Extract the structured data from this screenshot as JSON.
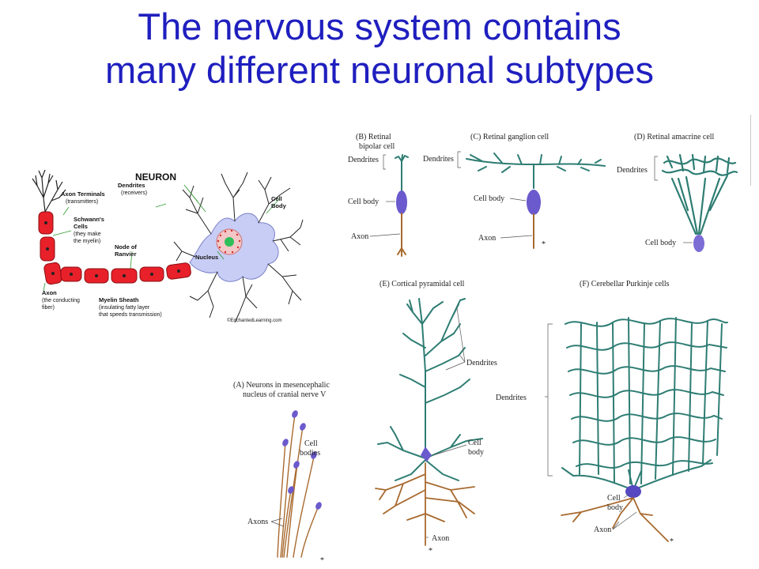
{
  "title": {
    "line1": "The nervous system contains",
    "line2": "many different neuronal subtypes"
  },
  "neuron_diagram": {
    "heading": "NEURON",
    "axon_terminals": "Axon Terminals",
    "axon_terminals_sub": "(transmitters)",
    "schwann_1": "Schwann's",
    "schwann_2": "Cells",
    "schwann_3": "(they make",
    "schwann_4": "the myelin)",
    "dendrites": "Dendrites",
    "dendrites_sub": "(receivers)",
    "cell_body_1": "Cell",
    "cell_body_2": "Body",
    "node_1": "Node of",
    "node_2": "Ranvier",
    "nucleus": "Nucleus",
    "axon": "Axon",
    "axon_sub1": "(the conducting",
    "axon_sub2": "fiber)",
    "myelin": "Myelin Sheath",
    "myelin_sub1": "(insulating fatty layer",
    "myelin_sub2": "that speeds transmission)",
    "credit": "©EnchantedLearning.com"
  },
  "panel_a": {
    "caption1": "(A) Neurons in mesencephalic",
    "caption2": "nucleus of cranial nerve V",
    "cell_bodies_1": "Cell",
    "cell_bodies_2": "bodies",
    "axons": "Axons",
    "asterisk": "*"
  },
  "panel_b": {
    "caption1": "(B) Retinal",
    "caption2": "bipolar cell",
    "dendrites": "Dendrites",
    "cell_body": "Cell body",
    "axon": "Axon"
  },
  "panel_c": {
    "caption": "(C) Retinal ganglion cell",
    "dendrites": "Dendrites",
    "cell_body": "Cell body",
    "axon": "Axon",
    "asterisk": "*"
  },
  "panel_d": {
    "caption": "(D) Retinal amacrine cell",
    "dendrites": "Dendrites",
    "cell_body": "Cell body"
  },
  "panel_e": {
    "caption": "(E) Cortical pyramidal cell",
    "dendrites": "Dendrites",
    "cell_body_1": "Cell",
    "cell_body_2": "body",
    "axon": "Axon",
    "asterisk": "*"
  },
  "panel_f": {
    "caption": "(F) Cerebellar Purkinje cells",
    "dendrites": "Dendrites",
    "cell_body_1": "Cell",
    "cell_body_2": "body",
    "axon": "Axon",
    "asterisk": "*"
  },
  "colors": {
    "title": "#1f1fbf",
    "dendrite": "#2e7d73",
    "axon": "#a86a2f",
    "cell_body": "#6a5acd",
    "myelin": "#e8202a",
    "soma_fill": "#c8cdf5"
  }
}
